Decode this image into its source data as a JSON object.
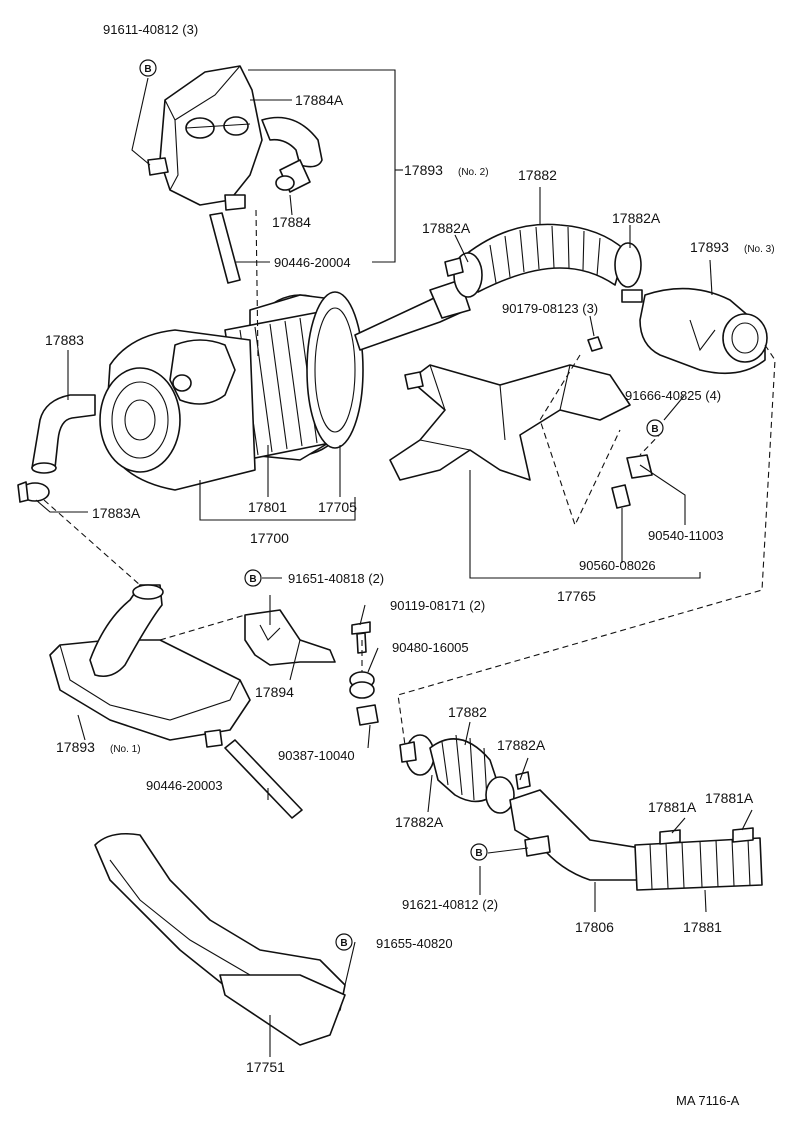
{
  "labels": {
    "p91611": "91611-40812 (3)",
    "p17884A": "17884A",
    "p17893_2": "17893",
    "p17893_2_note": "(No. 2)",
    "p17884": "17884",
    "p90446_20004": "90446-20004",
    "p17882_top": "17882",
    "p17882A_left": "17882A",
    "p17882A_right": "17882A",
    "p17893_3": "17893",
    "p17893_3_note": "(No. 3)",
    "p90179": "90179-08123 (3)",
    "p17883": "17883",
    "p17883A": "17883A",
    "p17801": "17801",
    "p17705": "17705",
    "p17700": "17700",
    "p91666": "91666-40825 (4)",
    "p90540": "90540-11003",
    "p90560": "90560-08026",
    "p17765": "17765",
    "p91651": "91651-40818 (2)",
    "p90119": "90119-08171 (2)",
    "p90480": "90480-16005",
    "p17894": "17894",
    "p17893_1": "17893",
    "p17893_1_note": "(No. 1)",
    "p90387": "90387-10040",
    "p90446_20003": "90446-20003",
    "p17882_bottom": "17882",
    "p17882A_b_right": "17882A",
    "p17882A_b_left": "17882A",
    "p17881A_top": "17881A",
    "p17881A_mid": "17881A",
    "p91621": "91621-40812 (2)",
    "p17806": "17806",
    "p17881": "17881",
    "p91655": "91655-40820",
    "p17751": "17751",
    "ref_code": "MA  7116-A"
  },
  "bolt_marker": "B"
}
